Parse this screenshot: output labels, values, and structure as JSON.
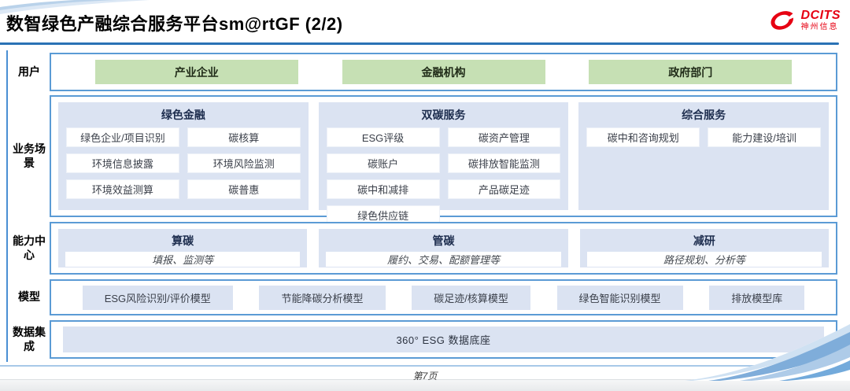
{
  "header": {
    "title": "数智绿色产融综合服务平台sm@rtGF (2/2)",
    "logo": {
      "name": "DCITS",
      "subtitle": "神州信息"
    }
  },
  "rows": {
    "users": {
      "label": "用户",
      "items": [
        "产业企业",
        "金融机构",
        "政府部门"
      ]
    },
    "scenarios": {
      "label": "业务场景",
      "columns": [
        {
          "title": "绿色金融",
          "items": [
            "绿色企业/项目识别",
            "碳核算",
            "环境信息披露",
            "环境风险监测",
            "环境效益测算",
            "碳普惠"
          ]
        },
        {
          "title": "双碳服务",
          "items": [
            "ESG评级",
            "碳资产管理",
            "碳账户",
            "碳排放智能监测",
            "碳中和减排",
            "产品碳足迹",
            "绿色供应链"
          ]
        },
        {
          "title": "综合服务",
          "items": [
            "碳中和咨询规划",
            "能力建设/培训"
          ]
        }
      ]
    },
    "capabilities": {
      "label": "能力中心",
      "items": [
        {
          "title": "算碳",
          "desc": "填报、监测等"
        },
        {
          "title": "管碳",
          "desc": "履约、交易、配额管理等"
        },
        {
          "title": "减研",
          "desc": "路径规划、分析等"
        }
      ]
    },
    "models": {
      "label": "模型",
      "items": [
        "ESG风险识别/评价模型",
        "节能降碳分析模型",
        "碳足迹/核算模型",
        "绿色智能识别模型",
        "排放模型库"
      ]
    },
    "data_integration": {
      "label": "数据集成",
      "items": [
        "360° ESG 数据底座"
      ]
    }
  },
  "footer": {
    "page": "第7页"
  },
  "colors": {
    "frame_border": "#5b9bd5",
    "title_rule": "#2a72b5",
    "green_box": "#c6e0b4",
    "light_blue_box": "#dbe3f2",
    "logo_red": "#e60012"
  }
}
